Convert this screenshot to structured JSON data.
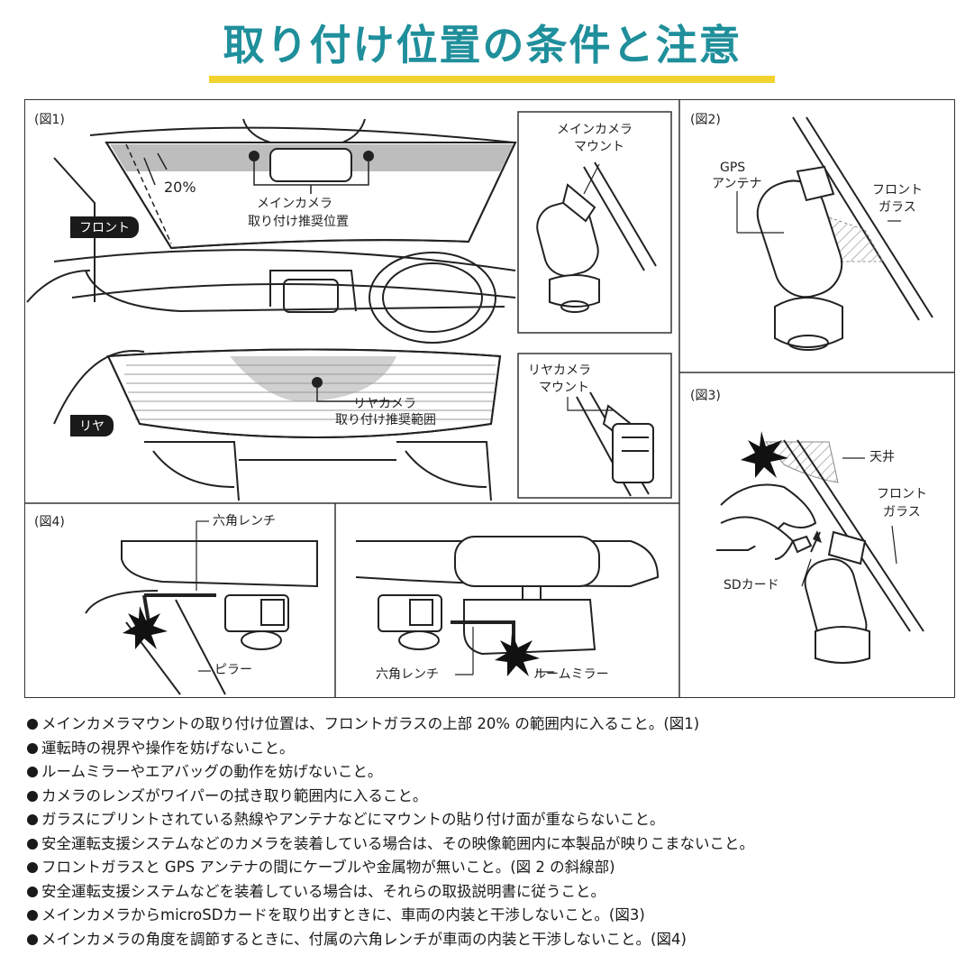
{
  "title": "取り付け位置の条件と注意",
  "accent_color": "#1f8f9b",
  "underline_color": "#f2d22e",
  "fig1": {
    "label": "(図1)",
    "percent": "20%",
    "front_tag": "フロント",
    "rear_tag": "リヤ",
    "main_cam_pos_1": "メインカメラ",
    "main_cam_pos_2": "取り付け推奨位置",
    "rear_cam_range_1": "リヤカメラ",
    "rear_cam_range_2": "取り付け推奨範囲",
    "main_mount_1": "メインカメラ",
    "main_mount_2": "マウント",
    "rear_mount_1": "リヤカメラ",
    "rear_mount_2": "マウント"
  },
  "fig2": {
    "label": "(図2)",
    "gps_1": "GPS",
    "gps_2": "アンテナ",
    "glass_1": "フロント",
    "glass_2": "ガラス"
  },
  "fig3": {
    "label": "(図3)",
    "ceiling": "天井",
    "glass_1": "フロント",
    "glass_2": "ガラス",
    "sd": "SDカード"
  },
  "fig4": {
    "label": "(図4)",
    "wrench_left": "六角レンチ",
    "pillar": "ピラー",
    "wrench_right": "六角レンチ",
    "room_mirror": "ルームミラー"
  },
  "notes": [
    "メインカメラマウントの取り付け位置は、フロントガラスの上部 20% の範囲内に入ること。(図1)",
    "運転時の視界や操作を妨げないこと。",
    "ルームミラーやエアバッグの動作を妨げないこと。",
    "カメラのレンズがワイパーの拭き取り範囲内に入ること。",
    "ガラスにプリントされている熱線やアンテナなどにマウントの貼り付け面が重ならないこと。",
    "安全運転支援システムなどのカメラを装着している場合は、その映像範囲内に本製品が映りこまないこと。",
    "フロントガラスと GPS アンテナの間にケーブルや金属物が無いこと。(図 2 の斜線部)",
    "安全運転支援システムなどを装着している場合は、それらの取扱説明書に従うこと。",
    "メインカメラからmicroSDカードを取り出すときに、車両の内装と干渉しないこと。(図3)",
    "メインカメラの角度を調節するときに、付属の六角レンチが車両の内装と干渉しないこと。(図4)"
  ]
}
